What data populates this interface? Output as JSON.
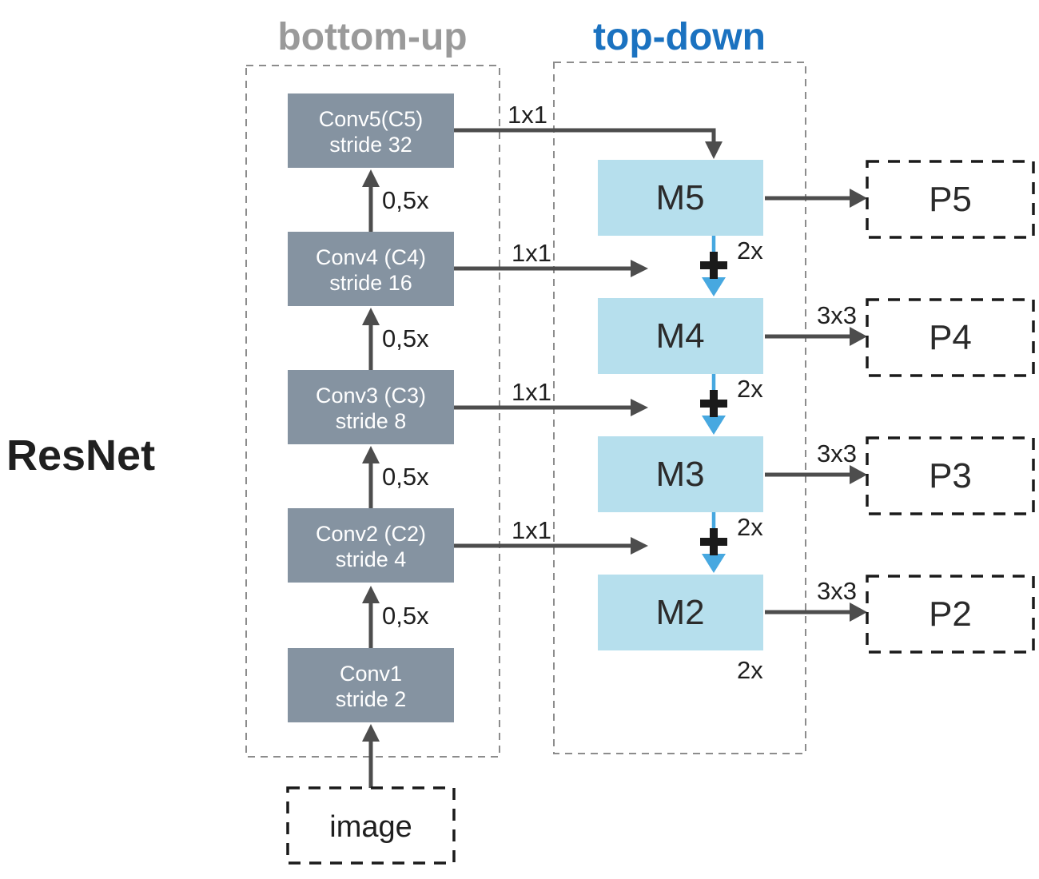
{
  "headers": {
    "bottom_up": "bottom-up",
    "top_down": "top-down"
  },
  "backbone_label": "ResNet",
  "backbone": {
    "blocks": [
      {
        "line1": "Conv5(C5)",
        "line2": "stride 32"
      },
      {
        "line1": "Conv4 (C4)",
        "line2": "stride 16"
      },
      {
        "line1": "Conv3 (C3)",
        "line2": "stride 8"
      },
      {
        "line1": "Conv2 (C2)",
        "line2": "stride 4"
      },
      {
        "line1": "Conv1",
        "line2": "stride 2"
      }
    ],
    "downscale_label": "0,5x",
    "input_label": "image"
  },
  "lateral": {
    "label": "1x1",
    "merge_icon": "plus"
  },
  "topdown": {
    "blocks": [
      "M5",
      "M4",
      "M3",
      "M2"
    ],
    "upsample_label": "2x",
    "bottom_label": "2x"
  },
  "outputs": {
    "blocks": [
      "P5",
      "P4",
      "P3",
      "P2"
    ],
    "conv_label": "3x3"
  },
  "colors": {
    "backbone_box": "#8593a1",
    "merge_box": "#b6dfed",
    "header_bottom_up": "#9a9a9a",
    "header_top_down": "#1b72c0",
    "dark_arrow": "#4d4d4d",
    "upsample_arrow": "#47a8e0"
  }
}
